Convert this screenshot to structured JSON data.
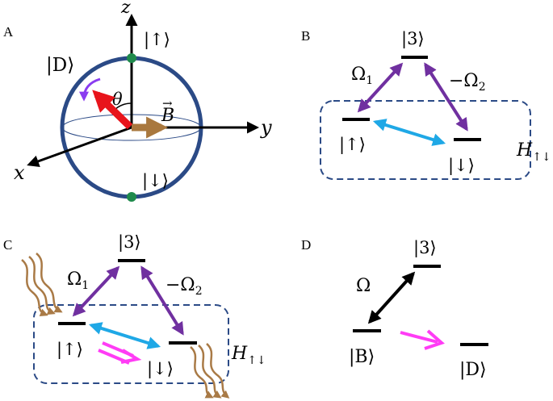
{
  "panels": {
    "A": {
      "letter": "A",
      "axis_z": "z",
      "axis_y": "y",
      "axis_x": "x",
      "state_up": "|↑⟩",
      "state_down": "|↓⟩",
      "state_D": "|D⟩",
      "angle": "θ",
      "field": "B",
      "field_arrow": "→"
    },
    "B": {
      "letter": "B",
      "level_3": "|3⟩",
      "level_up": "|↑⟩",
      "level_down": "|↓⟩",
      "rabi_1": "Ω",
      "rabi_1_sub": "1",
      "rabi_2": "−Ω",
      "rabi_2_sub": "2",
      "hamiltonian": "H",
      "hamiltonian_sub": "↑↓"
    },
    "C": {
      "letter": "C",
      "level_3": "|3⟩",
      "level_up": "|↑⟩",
      "level_down": "|↓⟩",
      "rabi_1": "Ω",
      "rabi_1_sub": "1",
      "rabi_2": "−Ω",
      "rabi_2_sub": "2",
      "hamiltonian": "H",
      "hamiltonian_sub": "↑↓"
    },
    "D": {
      "letter": "D",
      "level_3": "|3⟩",
      "level_B": "|B⟩",
      "level_D": "|D⟩",
      "rabi": "Ω"
    }
  },
  "colors": {
    "sphere": "#2b4a86",
    "state_point": "#1f8a4c",
    "state_vector": "#e8141b",
    "field_vector": "#a9783e",
    "precession": "#8a3cf0",
    "coupling_purple": "#7030a0",
    "coupling_cyan": "#1fa8e6",
    "decay_magenta": "#ff3cf5",
    "photon_brown": "#a97a46",
    "box_dash": "#2b4a86"
  }
}
